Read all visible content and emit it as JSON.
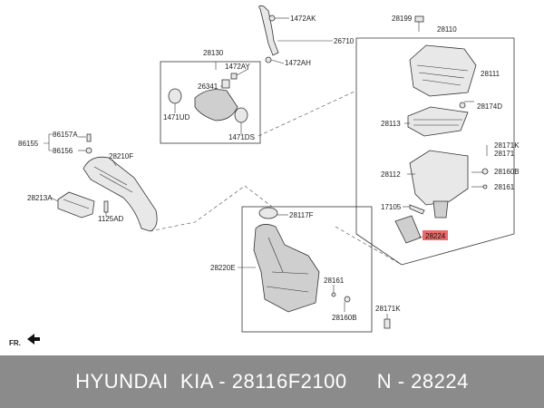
{
  "diagram": {
    "labels": {
      "p1472AK": "1472AK",
      "p26710": "26710",
      "p28130": "28130",
      "p1472AY": "1472AY",
      "p1472AH": "1472AH",
      "p26341": "26341",
      "p1471UD": "1471UD",
      "p1471DS": "1471DS",
      "p28199": "28199",
      "p28110": "28110",
      "p28111": "28111",
      "p28174D": "28174D",
      "p28113": "28113",
      "p28171K_top": "28171K",
      "p28171": "28171",
      "p28112": "28112",
      "p28160B_top": "28160B",
      "p28161_top": "28161",
      "p17105": "17105",
      "p28224": "28224",
      "p86157A": "86157A",
      "p86155": "86155",
      "p86156": "86156",
      "p28210F": "28210F",
      "p28213A": "28213A",
      "p1125AD": "1125AD",
      "p28117F": "28117F",
      "p28220E": "28220E",
      "p28161_bot": "28161",
      "p28160B_bot": "28160B",
      "p28171K_bot": "28171K",
      "fr": "FR."
    },
    "highlight_color": "#e86a6a"
  },
  "footer": {
    "text": "HYUNDAI  KIA - 28116F2100     N - 28224"
  }
}
